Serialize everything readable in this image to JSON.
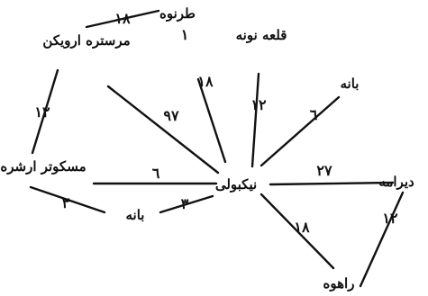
{
  "nodes": [
    {
      "id": "center",
      "label": "نیکبولی"
    },
    {
      "id": "n1",
      "label": "طرنوه"
    },
    {
      "id": "n2",
      "label": "مرستره ارویکن"
    },
    {
      "id": "n3",
      "label": "قلعه نونه"
    },
    {
      "id": "n4",
      "label": "بانه"
    },
    {
      "id": "n5",
      "label": "دیرامه"
    },
    {
      "id": "n6",
      "label": "راهوه"
    },
    {
      "id": "n7",
      "label": "بانه"
    },
    {
      "id": "n8",
      "label": "مسکوتر ارشره"
    }
  ],
  "edges": [
    {
      "id": "e1",
      "from": "n1",
      "to": "n2",
      "label": "١٨"
    },
    {
      "id": "e2",
      "from": "n1",
      "to": "n2",
      "label": "١"
    },
    {
      "id": "e3",
      "from": "n2",
      "to": "n8",
      "label": "١٢"
    },
    {
      "id": "e4",
      "from": "n2",
      "to": "center",
      "label": "٩٧"
    },
    {
      "id": "e5",
      "from": "n1",
      "to": "center",
      "label": "١٨"
    },
    {
      "id": "e6",
      "from": "n3",
      "to": "center",
      "label": "١٢"
    },
    {
      "id": "e7",
      "from": "n4",
      "to": "center",
      "label": "٦"
    },
    {
      "id": "e8",
      "from": "n5",
      "to": "center",
      "label": "٢٧"
    },
    {
      "id": "e9",
      "from": "n6",
      "to": "center",
      "label": "١٨"
    },
    {
      "id": "e10",
      "from": "n5",
      "to": "n6",
      "label": "١٢"
    },
    {
      "id": "e11",
      "from": "n8",
      "to": "center",
      "label": "٦"
    },
    {
      "id": "e12",
      "from": "n8",
      "to": "n7",
      "label": "٣"
    },
    {
      "id": "e13",
      "from": "n7",
      "to": "center",
      "label": "٣"
    }
  ]
}
